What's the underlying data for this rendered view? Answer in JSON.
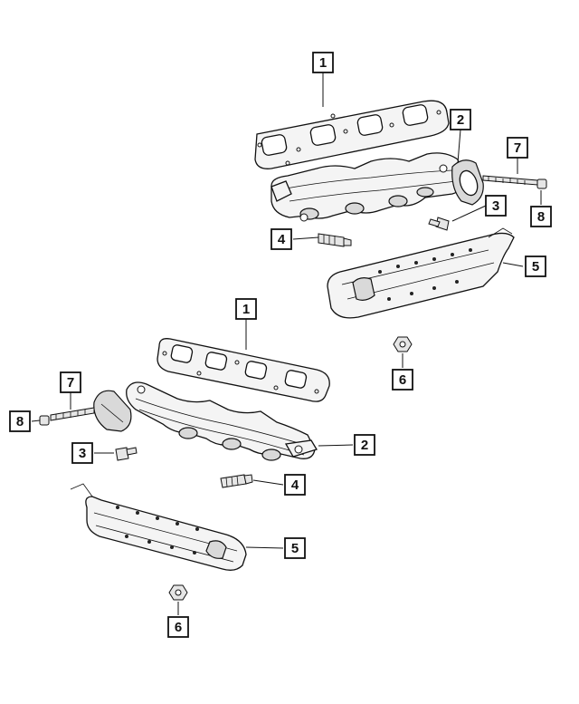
{
  "diagram": {
    "callouts": [
      {
        "id": "c1",
        "label": "1"
      },
      {
        "id": "c2",
        "label": "2"
      },
      {
        "id": "c3",
        "label": "3"
      },
      {
        "id": "c4",
        "label": "4"
      },
      {
        "id": "c5",
        "label": "5"
      },
      {
        "id": "c6",
        "label": "6"
      },
      {
        "id": "c7",
        "label": "7"
      },
      {
        "id": "c8",
        "label": "8"
      },
      {
        "id": "c9",
        "label": "1"
      },
      {
        "id": "c10",
        "label": "7"
      },
      {
        "id": "c11",
        "label": "8"
      },
      {
        "id": "c12",
        "label": "2"
      },
      {
        "id": "c13",
        "label": "3"
      },
      {
        "id": "c14",
        "label": "4"
      },
      {
        "id": "c15",
        "label": "5"
      },
      {
        "id": "c16",
        "label": "6"
      }
    ]
  }
}
